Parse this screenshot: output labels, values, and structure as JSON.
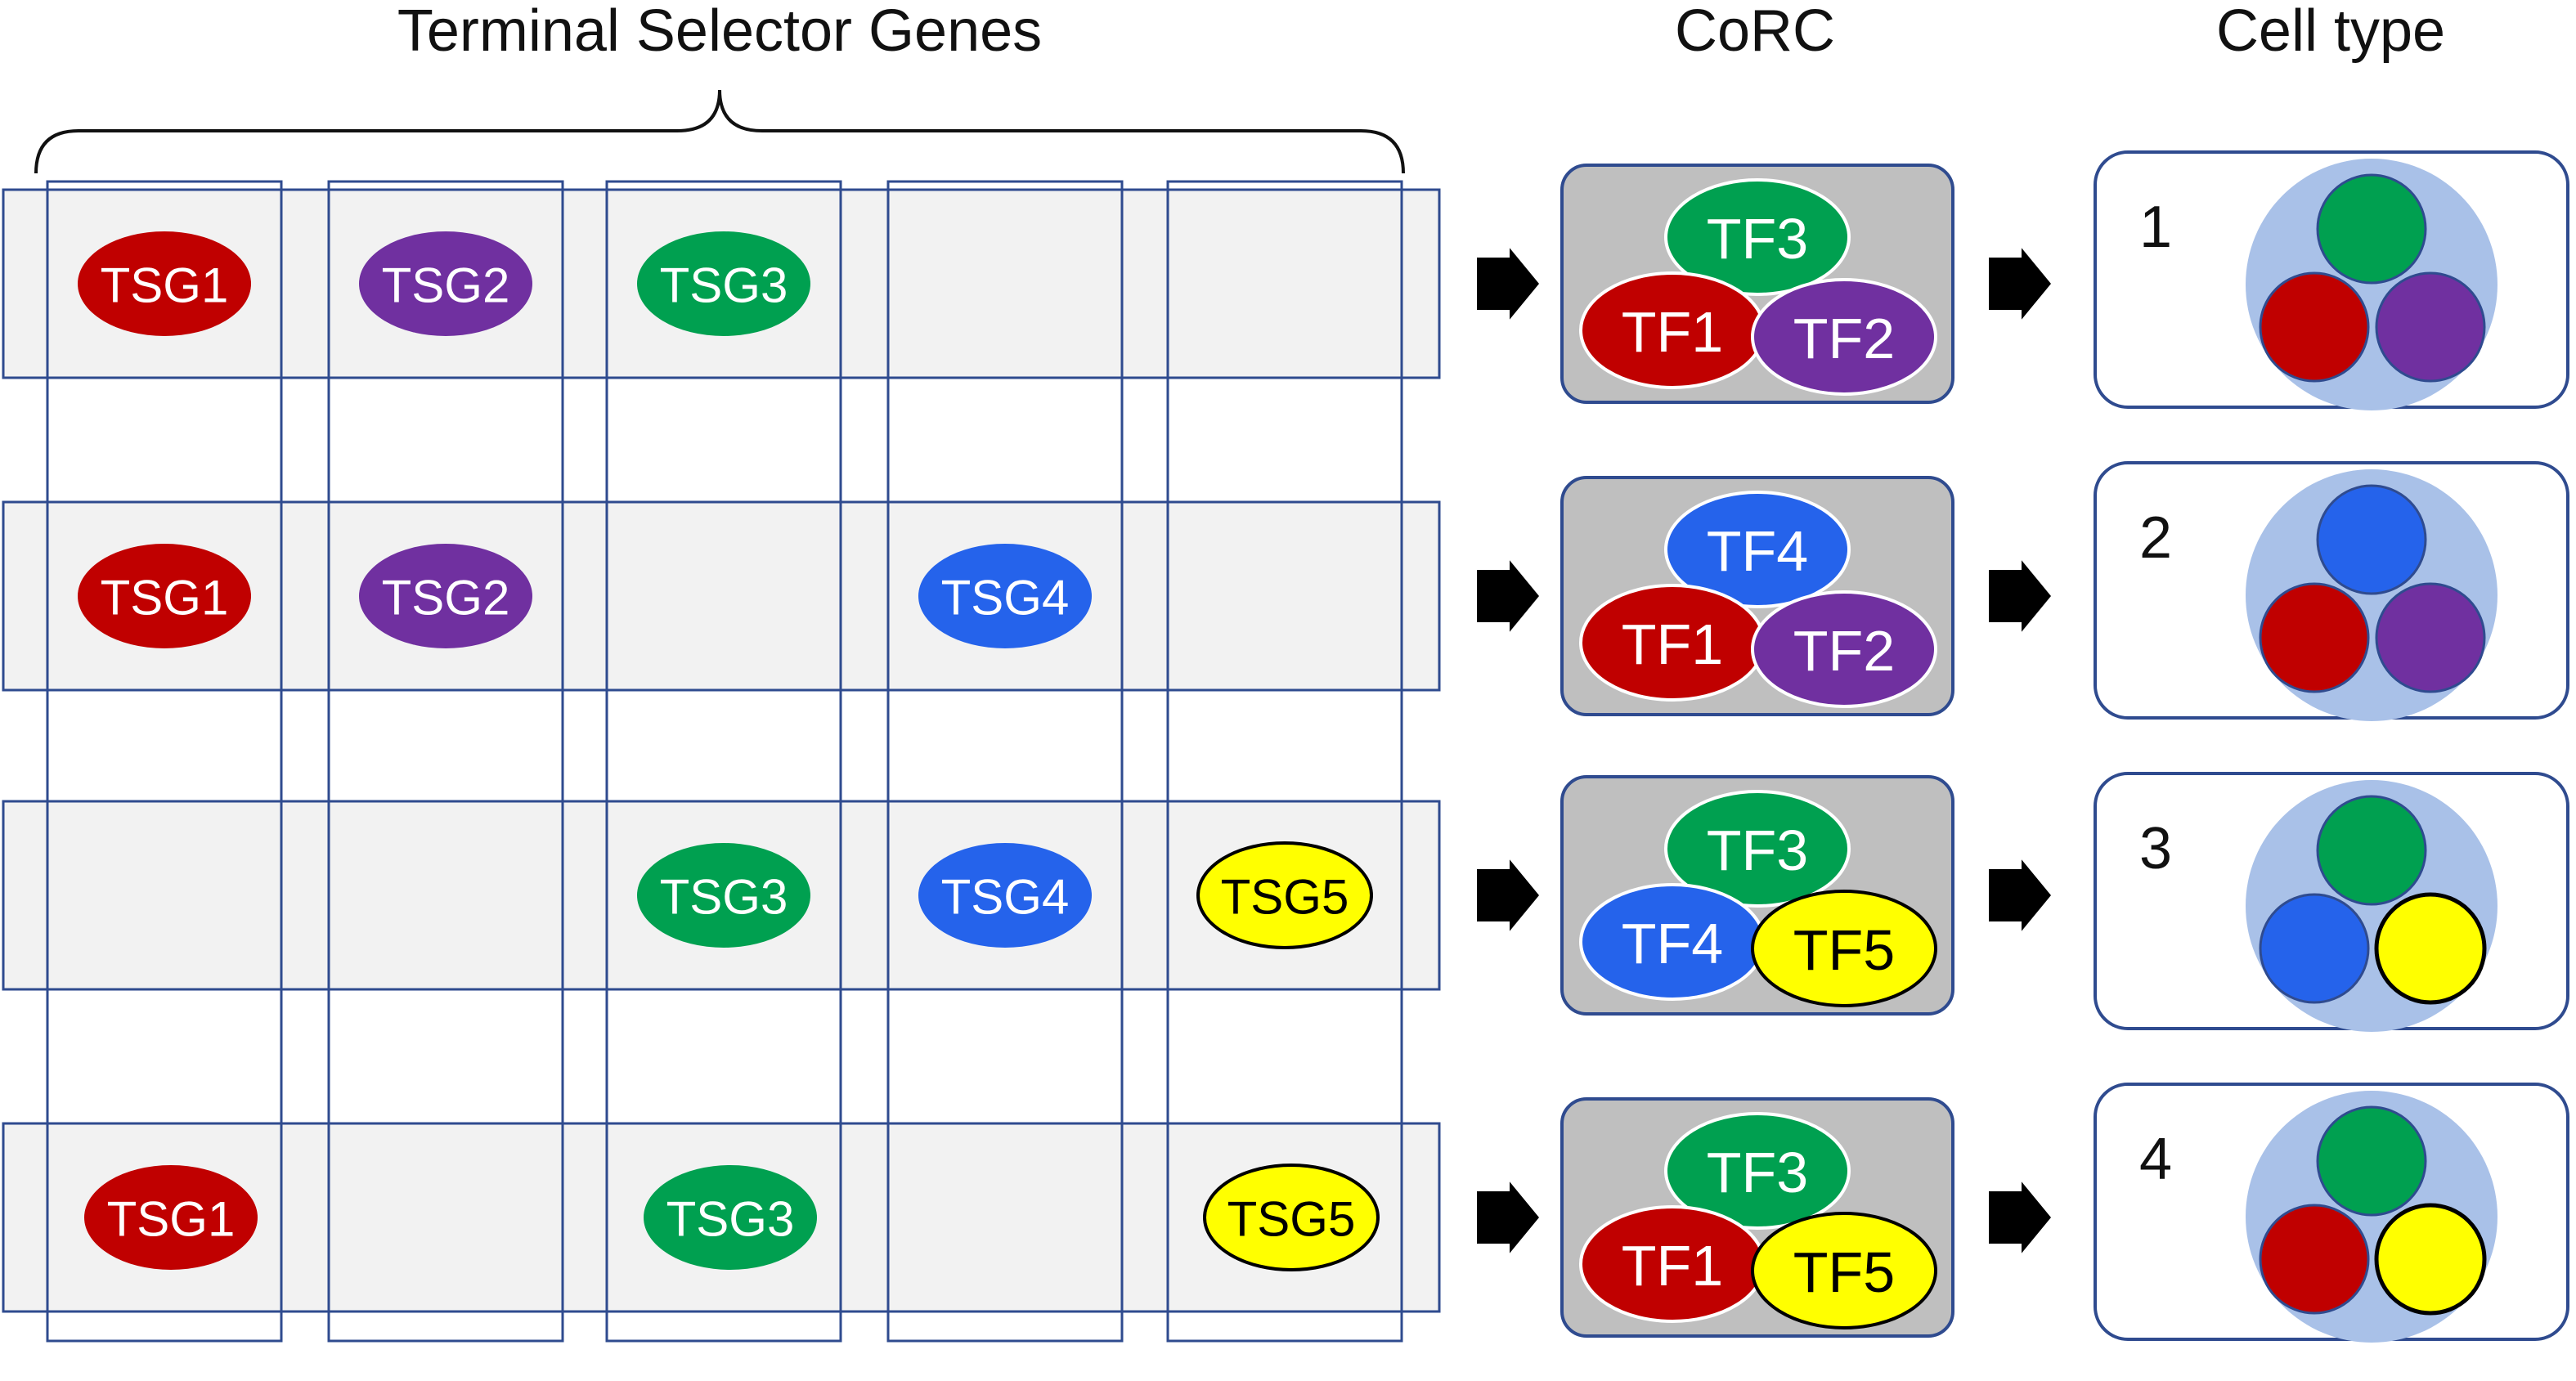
{
  "headers": {
    "tsg": "Terminal Selector Genes",
    "corc": "CoRC",
    "cell_type": "Cell type"
  },
  "colors": {
    "red": "#c00000",
    "purple": "#7030a0",
    "green": "#00a050",
    "blue": "#2563eb",
    "yellow": "#ffff00",
    "row_fill": "#f2f2f2",
    "grid_stroke": "#2f4b8f",
    "corc_fill": "#bfbfbf",
    "cell_outer_fill": "#a9c1e8"
  },
  "rows": [
    {
      "genes": [
        "TSG1",
        "TSG2",
        "TSG3",
        null,
        null
      ],
      "corc": {
        "top": "TF3",
        "left": "TF1",
        "right": "TF2"
      },
      "cell": {
        "number": "1",
        "top": "green",
        "left": "red",
        "right": "purple"
      }
    },
    {
      "genes": [
        "TSG1",
        "TSG2",
        null,
        "TSG4",
        null
      ],
      "corc": {
        "top": "TF4",
        "left": "TF1",
        "right": "TF2"
      },
      "cell": {
        "number": "2",
        "top": "blue",
        "left": "red",
        "right": "purple"
      }
    },
    {
      "genes": [
        null,
        null,
        "TSG3",
        "TSG4",
        "TSG5"
      ],
      "corc": {
        "top": "TF3",
        "left": "TF4",
        "right": "TF5"
      },
      "cell": {
        "number": "3",
        "top": "green",
        "left": "blue",
        "right": "yellow"
      }
    },
    {
      "genes": [
        "TSG1",
        null,
        "TSG3",
        null,
        "TSG5"
      ],
      "corc": {
        "top": "TF3",
        "left": "TF1",
        "right": "TF5"
      },
      "cell": {
        "number": "4",
        "top": "green",
        "left": "red",
        "right": "yellow"
      }
    }
  ],
  "gene_colors": {
    "TSG1": "red",
    "TSG2": "purple",
    "TSG3": "green",
    "TSG4": "blue",
    "TSG5": "yellow"
  },
  "tf_colors": {
    "TF1": "red",
    "TF2": "purple",
    "TF3": "green",
    "TF4": "blue",
    "TF5": "yellow"
  }
}
